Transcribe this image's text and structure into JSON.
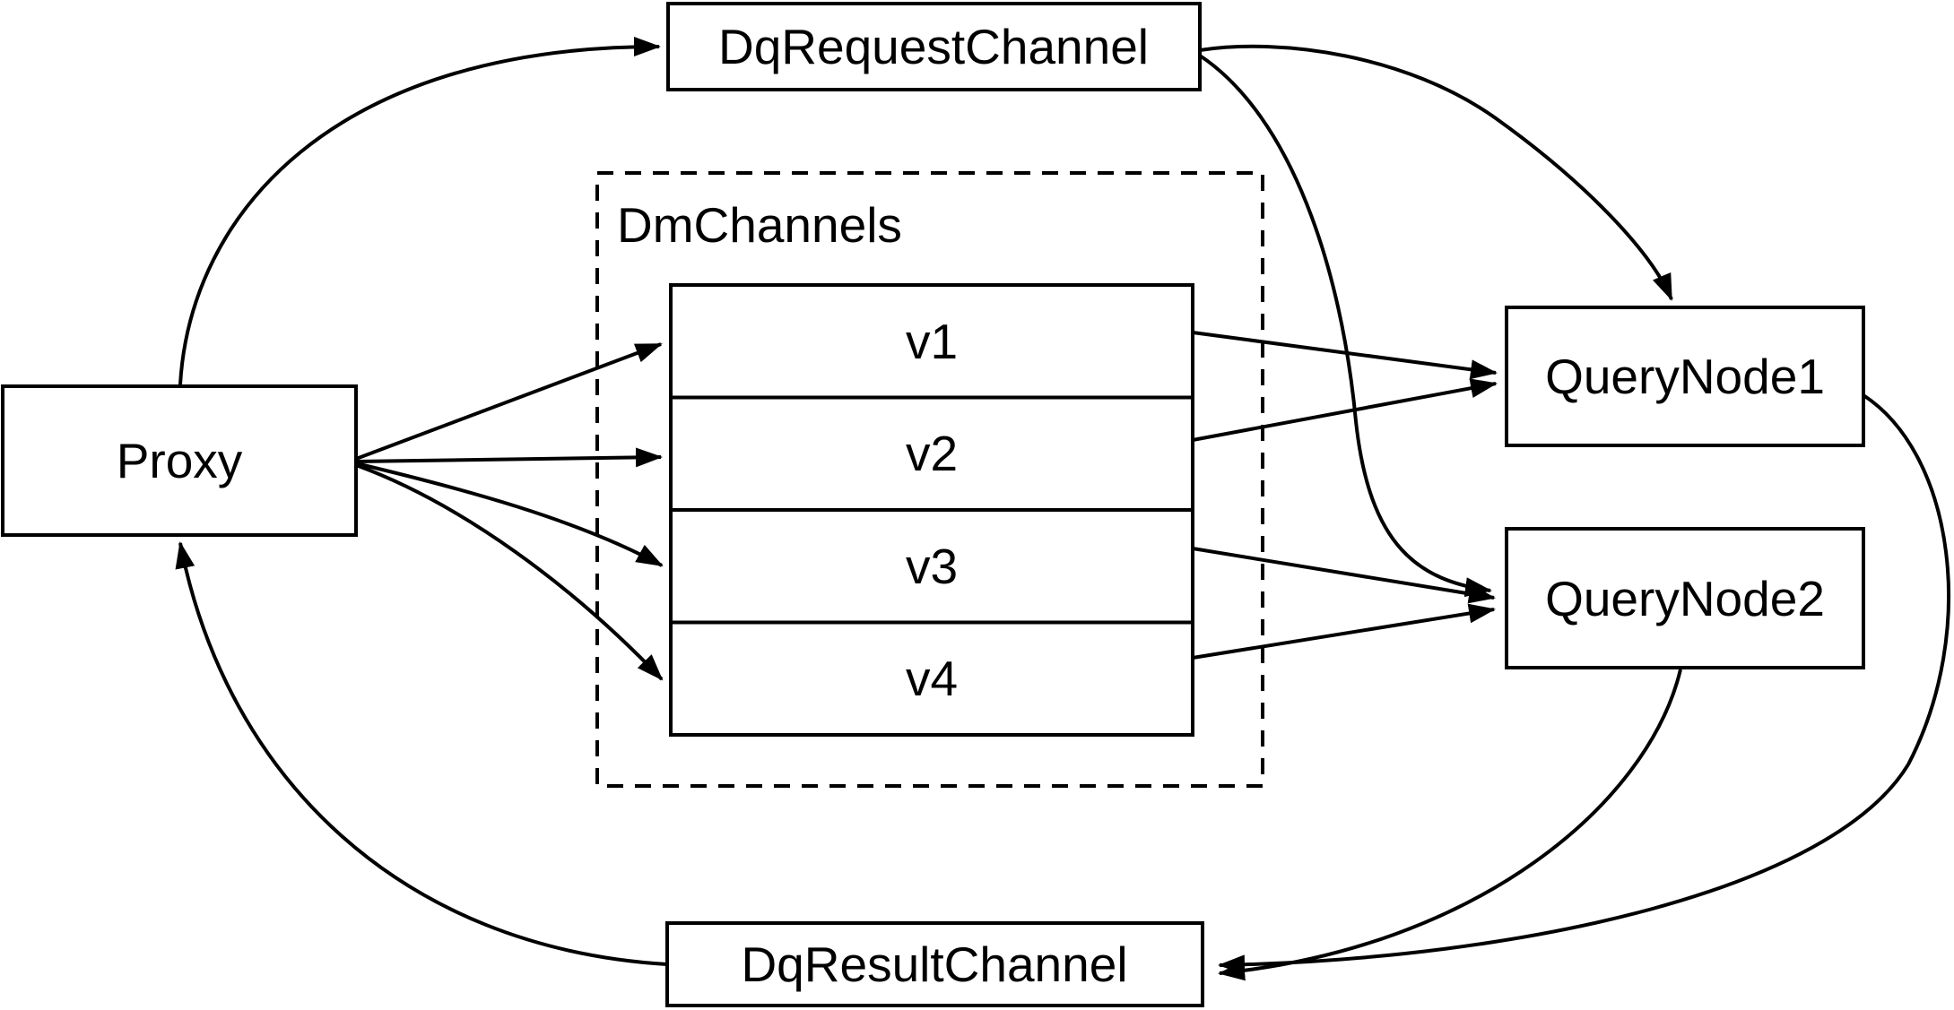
{
  "diagram": {
    "type": "flow-diagram",
    "nodes": {
      "proxy": {
        "label": "Proxy"
      },
      "dq_request_channel": {
        "label": "DqRequestChannel"
      },
      "dm_channels": {
        "label": "DmChannels",
        "style": "dashed-group"
      },
      "channels": [
        "v1",
        "v2",
        "v3",
        "v4"
      ],
      "query_node_1": {
        "label": "QueryNode1"
      },
      "query_node_2": {
        "label": "QueryNode2"
      },
      "dq_result_channel": {
        "label": "DqResultChannel"
      }
    },
    "edges": [
      {
        "from": "Proxy",
        "to": "DqRequestChannel"
      },
      {
        "from": "Proxy",
        "to": "v1"
      },
      {
        "from": "Proxy",
        "to": "v2"
      },
      {
        "from": "Proxy",
        "to": "v3"
      },
      {
        "from": "Proxy",
        "to": "v4"
      },
      {
        "from": "v1",
        "to": "QueryNode1"
      },
      {
        "from": "v2",
        "to": "QueryNode1"
      },
      {
        "from": "v3",
        "to": "QueryNode2"
      },
      {
        "from": "v4",
        "to": "QueryNode2"
      },
      {
        "from": "DqRequestChannel",
        "to": "QueryNode1"
      },
      {
        "from": "DqRequestChannel",
        "to": "QueryNode2"
      },
      {
        "from": "QueryNode1",
        "to": "DqResultChannel"
      },
      {
        "from": "QueryNode2",
        "to": "DqResultChannel"
      },
      {
        "from": "DqResultChannel",
        "to": "Proxy"
      }
    ],
    "colors": {
      "stroke": "#000000",
      "node_fill": "#ffffff",
      "background": "#ffffff",
      "text": "#000000"
    }
  }
}
